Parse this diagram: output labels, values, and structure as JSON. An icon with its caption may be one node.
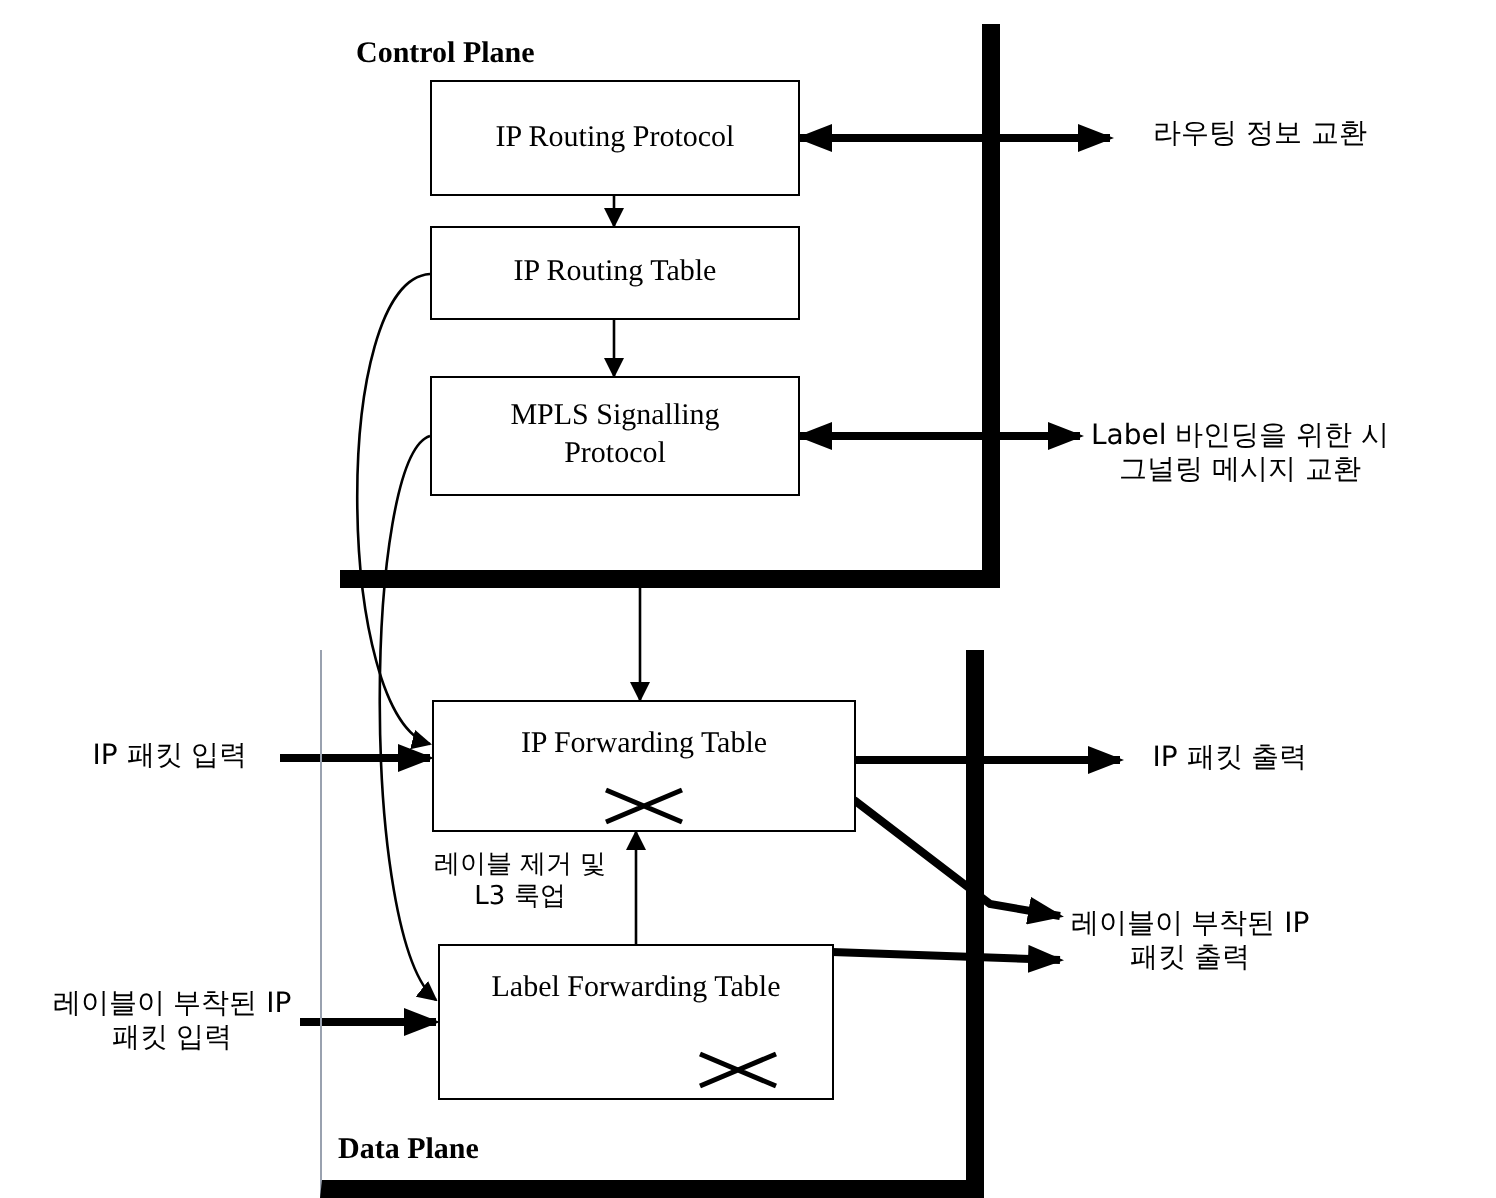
{
  "diagram": {
    "nodes": [
      {
        "text": [
          "Control Plane"
        ]
      },
      {
        "text": [
          "IP Routing Protocol"
        ],
        "in": 0
      },
      {
        "text": [
          "IP Routing Table"
        ],
        "in": 0
      },
      {
        "text": [
          "MPLS Signalling Protocol"
        ],
        "in": 0
      },
      {
        "text": [
          "Data Plane"
        ]
      },
      {
        "text": [
          "IP Forwarding Table"
        ],
        "in": 4
      },
      {
        "text": [
          "Label Forwarding Table"
        ],
        "in": 4
      },
      {
        "text": [
          "라우팅 정보 교환"
        ]
      },
      {
        "text": [
          "Label 바인딩을 위한 시그널링 메시지 교환"
        ]
      },
      {
        "text": [
          "IP 패킷 입력"
        ]
      },
      {
        "text": [
          "레이블이 부착된 IP 패킷 입력"
        ]
      },
      {
        "text": [
          "IP 패킷 출력"
        ]
      },
      {
        "text": [
          "레이블이 부착된 IP 패킷 출력"
        ]
      }
    ],
    "edges": [
      {
        "from": 1,
        "to": 7,
        "arrow": "both"
      },
      {
        "from": 1,
        "to": 2,
        "arrow": "to"
      },
      {
        "from": 2,
        "to": 3,
        "arrow": "to"
      },
      {
        "from": 3,
        "to": 8,
        "arrow": "both"
      },
      {
        "from": 0,
        "to": 5,
        "arrow": "to"
      },
      {
        "from": 2,
        "to": 5,
        "arrow": "to"
      },
      {
        "from": 3,
        "to": 6,
        "arrow": "to"
      },
      {
        "from": 9,
        "to": 5,
        "arrow": "to"
      },
      {
        "from": 10,
        "to": 6,
        "arrow": "to"
      },
      {
        "from": 5,
        "to": 11,
        "arrow": "to"
      },
      {
        "from": 5,
        "to": 12,
        "arrow": "to"
      },
      {
        "from": 6,
        "to": 12,
        "arrow": "to"
      },
      {
        "from": 6,
        "to": 5,
        "arrow": "to",
        "label": "레이블 제거 및 L3 룩업"
      }
    ]
  }
}
